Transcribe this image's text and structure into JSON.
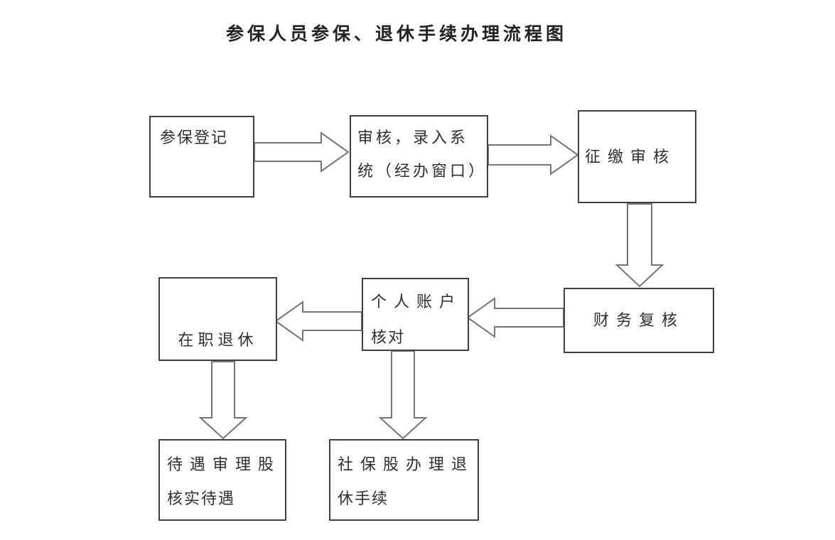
{
  "title": "参保人员参保、退休手续办理流程图",
  "nodes": [
    {
      "id": "enroll-registration",
      "label": "参保登记"
    },
    {
      "id": "review-system-entry",
      "label": "审核，录入系统（经办窗口）",
      "lines": [
        "审核，录入系",
        "统（经办窗口）"
      ]
    },
    {
      "id": "collection-audit",
      "label": "征缴审核"
    },
    {
      "id": "finance-recheck",
      "label": "财务复核"
    },
    {
      "id": "personal-account-check",
      "label": "个人账户核对",
      "lines": [
        "个人账户",
        "核对"
      ]
    },
    {
      "id": "in-service-retirement",
      "label": "在职退休"
    },
    {
      "id": "benefit-review-section",
      "label": "待遇审理股核实待遇",
      "lines": [
        "待遇审理股",
        "核实待遇"
      ]
    },
    {
      "id": "social-security-retirement",
      "label": "社保股办理退休手续",
      "lines": [
        "社保股办理退",
        "休手续"
      ]
    }
  ],
  "connections": [
    {
      "from": "参保登记",
      "to": "审核，录入系统（经办窗口）",
      "direction": "right",
      "style": "hollow-block-arrow"
    },
    {
      "from": "审核，录入系统（经办窗口）",
      "to": "征缴审核",
      "direction": "right",
      "style": "hollow-block-arrow"
    },
    {
      "from": "征缴审核",
      "to": "财务复核",
      "direction": "down",
      "style": "hollow-block-arrow"
    },
    {
      "from": "财务复核",
      "to": "个人账户核对",
      "direction": "left",
      "style": "hollow-block-arrow"
    },
    {
      "from": "个人账户核对",
      "to": "在职退休",
      "direction": "left",
      "style": "hollow-block-arrow"
    },
    {
      "from": "在职退休",
      "to": "待遇审理股核实待遇",
      "direction": "down",
      "style": "hollow-block-arrow"
    },
    {
      "from": "个人账户核对",
      "to": "社保股办理退休手续",
      "direction": "down",
      "style": "hollow-block-arrow"
    }
  ],
  "colors": {
    "background": "#ffffff",
    "box_border": "#3f3f3f",
    "arrow_outline": "#757575",
    "text": "#2f2f2f"
  }
}
